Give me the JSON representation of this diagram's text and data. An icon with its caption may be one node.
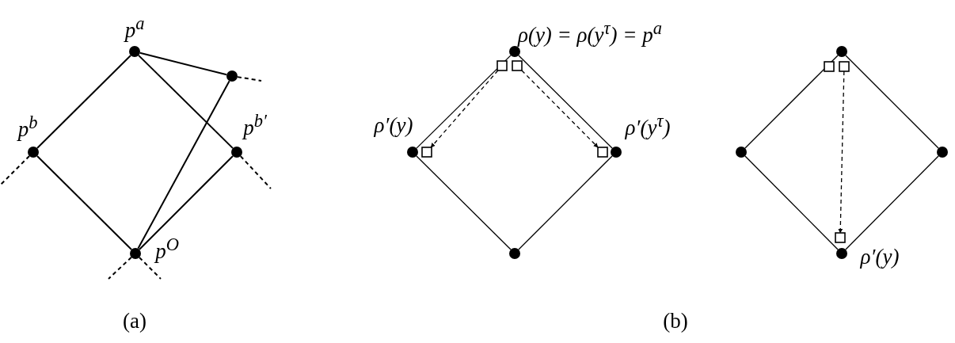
{
  "diagram": {
    "nodes": [
      {
        "text": [
          "p$^{a}$"
        ]
      },
      {
        "text": [],
        "shape": "circle"
      },
      {
        "text": [
          "p$^{b}$"
        ]
      },
      {
        "text": [
          "p$^{b′}$"
        ]
      },
      {
        "text": [
          "p$^{O}$"
        ]
      },
      {
        "text": [
          "ρ(y) = ρ(y$^{τ}$) = p$^{a}$"
        ]
      },
      {
        "text": [],
        "shape": "box"
      },
      {
        "text": [],
        "shape": "box"
      },
      {
        "text": [
          "ρ′(y)"
        ]
      },
      {
        "text": [],
        "shape": "box"
      },
      {
        "text": [],
        "shape": "box"
      },
      {
        "text": [
          "ρ′(y$^{τ}$)"
        ]
      },
      {
        "text": [],
        "shape": "circle"
      },
      {
        "text": [],
        "shape": "circle"
      },
      {
        "text": [],
        "shape": "box"
      },
      {
        "text": [],
        "shape": "box"
      },
      {
        "text": [],
        "shape": "circle"
      },
      {
        "text": [],
        "shape": "circle"
      },
      {
        "text": [],
        "shape": "box"
      },
      {
        "text": [
          "ρ′(y)"
        ]
      }
    ],
    "edges": [
      {
        "from": 0,
        "to": 1,
        "arrow": "none"
      },
      {
        "from": 0,
        "to": 2,
        "arrow": "none"
      },
      {
        "from": 0,
        "to": 3,
        "arrow": "none"
      },
      {
        "from": 2,
        "to": 4,
        "arrow": "none"
      },
      {
        "from": 3,
        "to": 4,
        "arrow": "none"
      },
      {
        "from": 4,
        "to": 1,
        "arrow": "none"
      },
      {
        "from": 1,
        "to": null,
        "arrow": "none",
        "style": "dashed"
      },
      {
        "from": 2,
        "to": null,
        "arrow": "none",
        "style": "dashed"
      },
      {
        "from": 3,
        "to": null,
        "arrow": "none",
        "style": "dashed"
      },
      {
        "from": 4,
        "to": null,
        "arrow": "none",
        "style": "dashed"
      },
      {
        "from": 4,
        "to": null,
        "arrow": "none",
        "style": "dashed"
      },
      {
        "from": 5,
        "to": 8,
        "arrow": "none"
      },
      {
        "from": 5,
        "to": 11,
        "arrow": "none"
      },
      {
        "from": 8,
        "to": 12,
        "arrow": "none"
      },
      {
        "from": 11,
        "to": 12,
        "arrow": "none"
      },
      {
        "from": 6,
        "to": 9,
        "arrow": "to",
        "style": "dashed"
      },
      {
        "from": 7,
        "to": 10,
        "arrow": "to",
        "style": "dashed"
      },
      {
        "from": 13,
        "to": 16,
        "arrow": "none"
      },
      {
        "from": 13,
        "to": 17,
        "arrow": "none"
      },
      {
        "from": 16,
        "to": 19,
        "arrow": "none"
      },
      {
        "from": 17,
        "to": 19,
        "arrow": "none"
      },
      {
        "from": 15,
        "to": 18,
        "arrow": "to",
        "style": "dashed"
      }
    ],
    "labels": [
      "(a)",
      "(b)"
    ]
  }
}
